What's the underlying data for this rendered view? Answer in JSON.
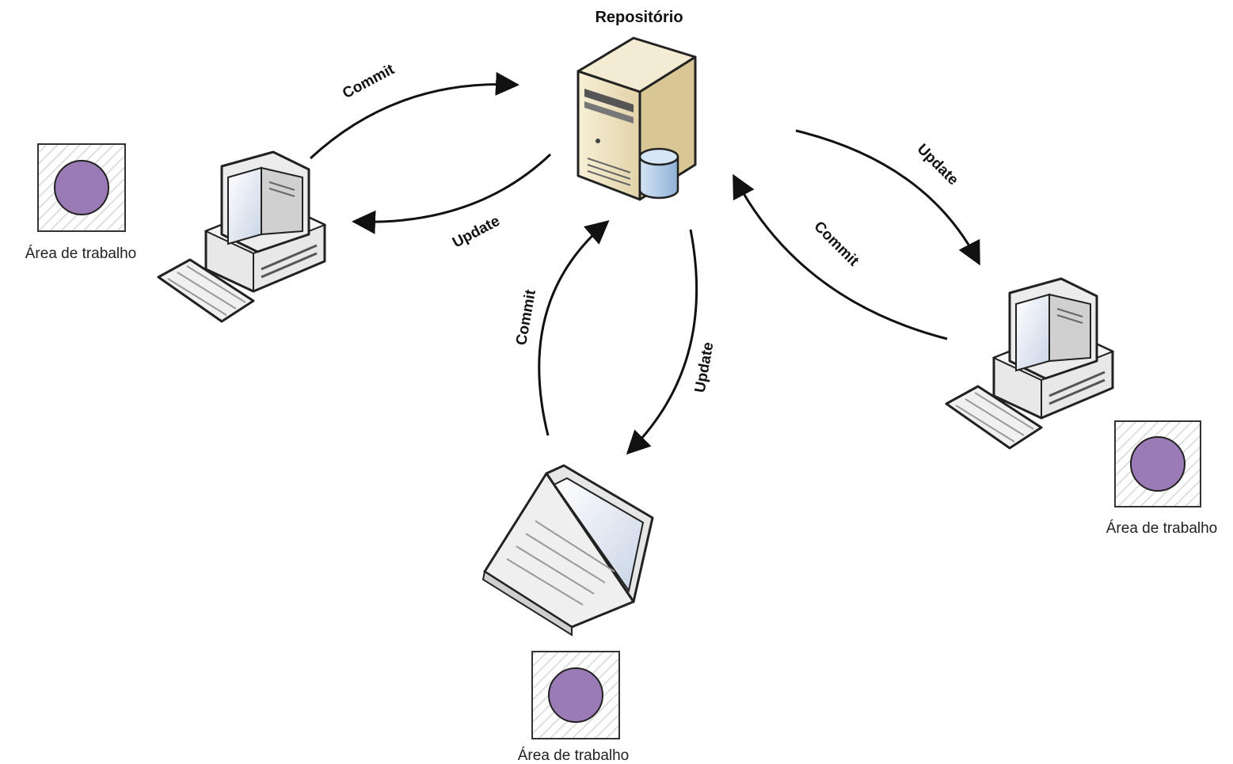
{
  "repository": {
    "label": "Repositório"
  },
  "workspaces": [
    {
      "label": "Área de trabalho"
    },
    {
      "label": "Área de trabalho"
    },
    {
      "label": "Área de trabalho"
    }
  ],
  "arrows": {
    "left_commit": "Commit",
    "left_update": "Update",
    "right_update": "Update",
    "right_commit": "Commit",
    "bottom_commit": "Commit",
    "bottom_update": "Update"
  },
  "colors": {
    "workspace_circle": "#9b7bb6",
    "server_body": "#efe4c4",
    "database": "#a9c6e4"
  },
  "icons": [
    "server-icon",
    "database-icon",
    "desktop-computer-icon",
    "laptop-icon",
    "workspace-icon"
  ]
}
